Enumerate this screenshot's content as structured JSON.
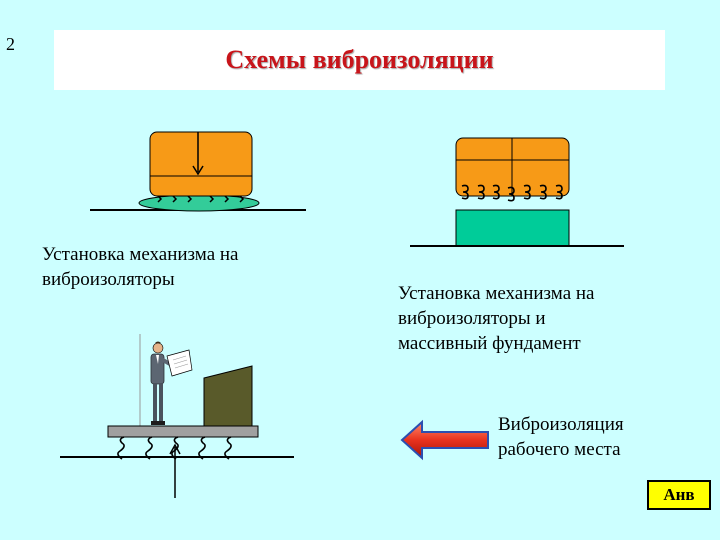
{
  "slide_number": "2",
  "title": "Схемы виброизоляции",
  "captions": {
    "left": [
      "Установка механизма на",
      "виброизоляторы"
    ],
    "right": [
      "Установка механизма на",
      "виброизоляторы и",
      "массивный фундамент"
    ],
    "workplace": [
      "Виброизоляция",
      "рабочего места"
    ]
  },
  "anv_button": "Анв",
  "colors": {
    "background": "#ccffff",
    "title": "#c8141a",
    "mechanism": "#f79a17",
    "isolator_pad": "#33cc99",
    "foundation": "#00cc99",
    "platform": "#a0a0a0",
    "machine": "#595a2a",
    "arrow": "#e8321e",
    "anv_button": "#ffff00"
  },
  "icons": {
    "person": "businessman-with-document-icon",
    "spring": "spring-icon",
    "back_arrow": "left-arrow-icon"
  }
}
